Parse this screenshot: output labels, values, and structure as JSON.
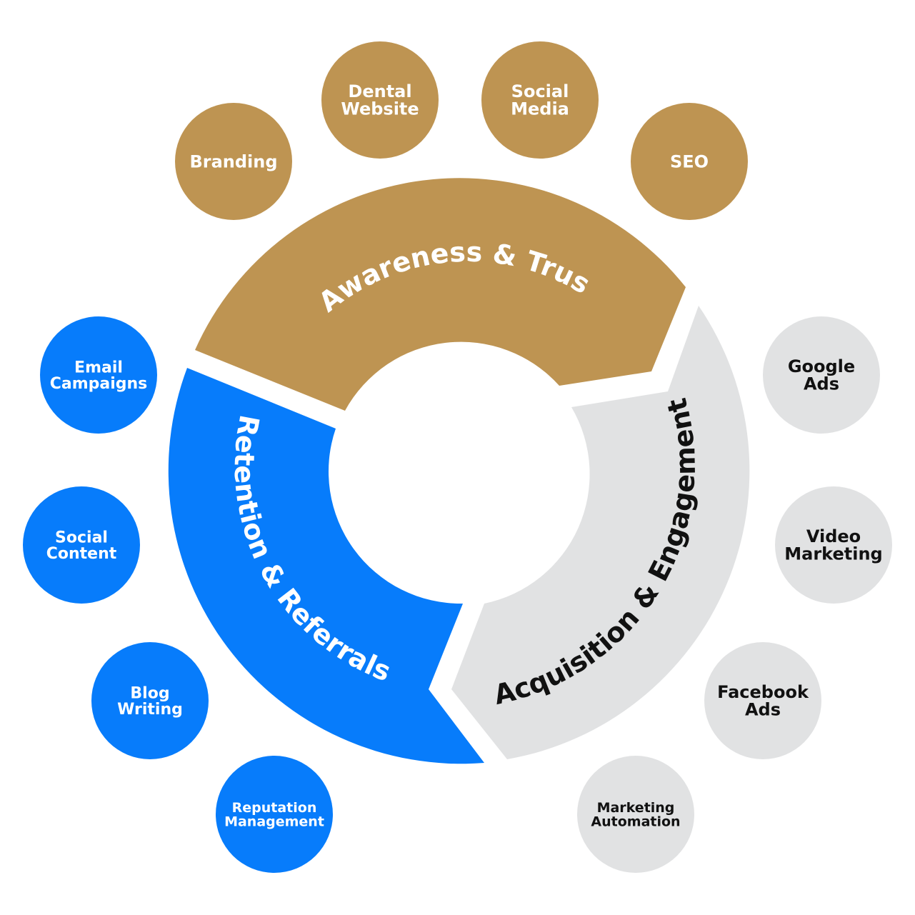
{
  "colors": {
    "gold": "#BE9452",
    "blue": "#077CFB",
    "gray": "#E1E2E3",
    "white_text": "#FFFFFF",
    "dark_text": "#111111"
  },
  "segments": [
    {
      "id": "awareness",
      "label": "Awareness & Trust"
    },
    {
      "id": "acquisition",
      "label": "Acquisition & Engagement"
    },
    {
      "id": "retention",
      "label": "Retention & Referrals"
    }
  ],
  "bubbles": {
    "awareness": [
      {
        "lines": [
          "Branding"
        ]
      },
      {
        "lines": [
          "Dental",
          "Website"
        ]
      },
      {
        "lines": [
          "Social",
          "Media"
        ]
      },
      {
        "lines": [
          "SEO"
        ]
      }
    ],
    "acquisition": [
      {
        "lines": [
          "Google",
          "Ads"
        ]
      },
      {
        "lines": [
          "Video",
          "Marketing"
        ]
      },
      {
        "lines": [
          "Facebook",
          "Ads"
        ]
      },
      {
        "lines": [
          "Marketing",
          "Automation"
        ]
      }
    ],
    "retention": [
      {
        "lines": [
          "Email",
          "Campaigns"
        ]
      },
      {
        "lines": [
          "Social",
          "Content"
        ]
      },
      {
        "lines": [
          "Blog",
          "Writing"
        ]
      },
      {
        "lines": [
          "Reputation",
          "Management"
        ]
      }
    ]
  }
}
